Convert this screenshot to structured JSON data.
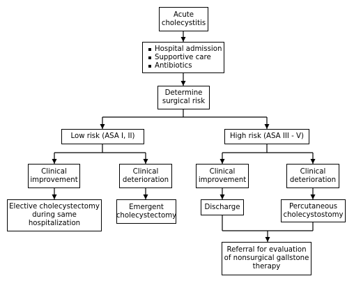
{
  "nodes": {
    "acute": {
      "lines": [
        "Acute",
        "cholecystitis"
      ]
    },
    "initial_care": {
      "items": [
        "Hospital admission",
        "Supportive care",
        "Antibiotics"
      ]
    },
    "determine": {
      "lines": [
        "Determine",
        "surgical risk"
      ]
    },
    "low_risk": {
      "lines": [
        "Low risk (ASA I, II)"
      ]
    },
    "high_risk": {
      "lines": [
        "High risk (ASA III - V)"
      ]
    },
    "low_improve": {
      "lines": [
        "Clinical",
        "improvement"
      ]
    },
    "low_deteriorate": {
      "lines": [
        "Clinical",
        "deterioration"
      ]
    },
    "high_improve": {
      "lines": [
        "Clinical",
        "improvement"
      ]
    },
    "high_deteriorate": {
      "lines": [
        "Clinical",
        "deterioration"
      ]
    },
    "elective": {
      "lines": [
        "Elective cholecystectomy",
        "during same",
        "hospitalization"
      ]
    },
    "emergent": {
      "lines": [
        "Emergent",
        "cholecystectomy"
      ]
    },
    "discharge": {
      "lines": [
        "Discharge"
      ]
    },
    "percutaneous": {
      "lines": [
        "Percutaneous",
        "cholecystostomy"
      ]
    },
    "referral": {
      "lines": [
        "Referral for evaluation",
        "of nonsurgical gallstone",
        "therapy"
      ]
    }
  },
  "colors": {
    "line": "#000000",
    "box_border": "#000000",
    "background": "#ffffff"
  }
}
